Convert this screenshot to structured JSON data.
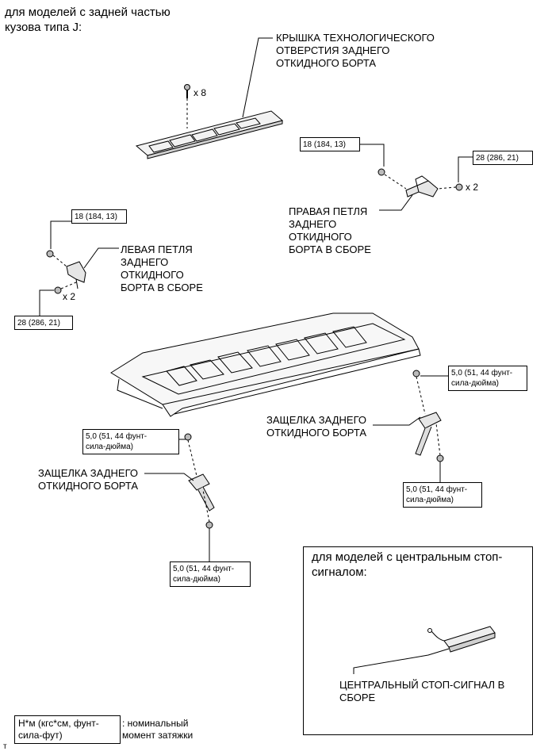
{
  "header": {
    "line1": "для моделей с задней частью",
    "line2": "кузова типа J:"
  },
  "labels": {
    "cover": "КРЫШКА ТЕХНОЛОГИЧЕСКОГО\nОТВЕРСТИЯ ЗАДНЕГО\nОТКИДНОГО БОРТА",
    "right_hinge": "ПРАВАЯ ПЕТЛЯ\nЗАДНЕГО\nОТКИДНОГО\nБОРТА В СБОРЕ",
    "left_hinge": "ЛЕВАЯ ПЕТЛЯ\nЗАДНЕГО\nОТКИДНОГО\nБОРТА В СБОРЕ",
    "latch_right": "ЗАЩЕЛКА ЗАДНЕГО\nОТКИДНОГО БОРТА",
    "latch_left": "ЗАЩЕЛКА ЗАДНЕГО\nОТКИДНОГО БОРТА",
    "stop_lamp": "ЦЕНТРАЛЬНЫЙ СТОП-СИГНАЛ В\nСБОРЕ"
  },
  "counts": {
    "x8": "x 8",
    "x2_right": "x 2",
    "x2_left": "x 2"
  },
  "torques": {
    "right_hinge_top": "18 (184, 13)",
    "right_hinge_side": "28 (286, 21)",
    "left_hinge_top": "18 (184, 13)",
    "left_hinge_bottom": "28 (286, 21)",
    "latch_right_top": "5,0 (51, 44 фунт-\nсила-дюйма)",
    "latch_right_bottom": "5,0 (51, 44 фунт-\nсила-дюйма)",
    "latch_left_top": "5,0 (51, 44 фунт-\nсила-дюйма)",
    "latch_left_bottom": "5,0 (51, 44 фунт-\nсила-дюйма)"
  },
  "inset": {
    "title": "для моделей с центральным стоп-\nсигналом:"
  },
  "legend": {
    "unit": "Н*м (кгс*см, фунт-\nсила-фут)",
    "desc": ": номинальный\nмомент затяжки"
  },
  "corner_mark": "т"
}
